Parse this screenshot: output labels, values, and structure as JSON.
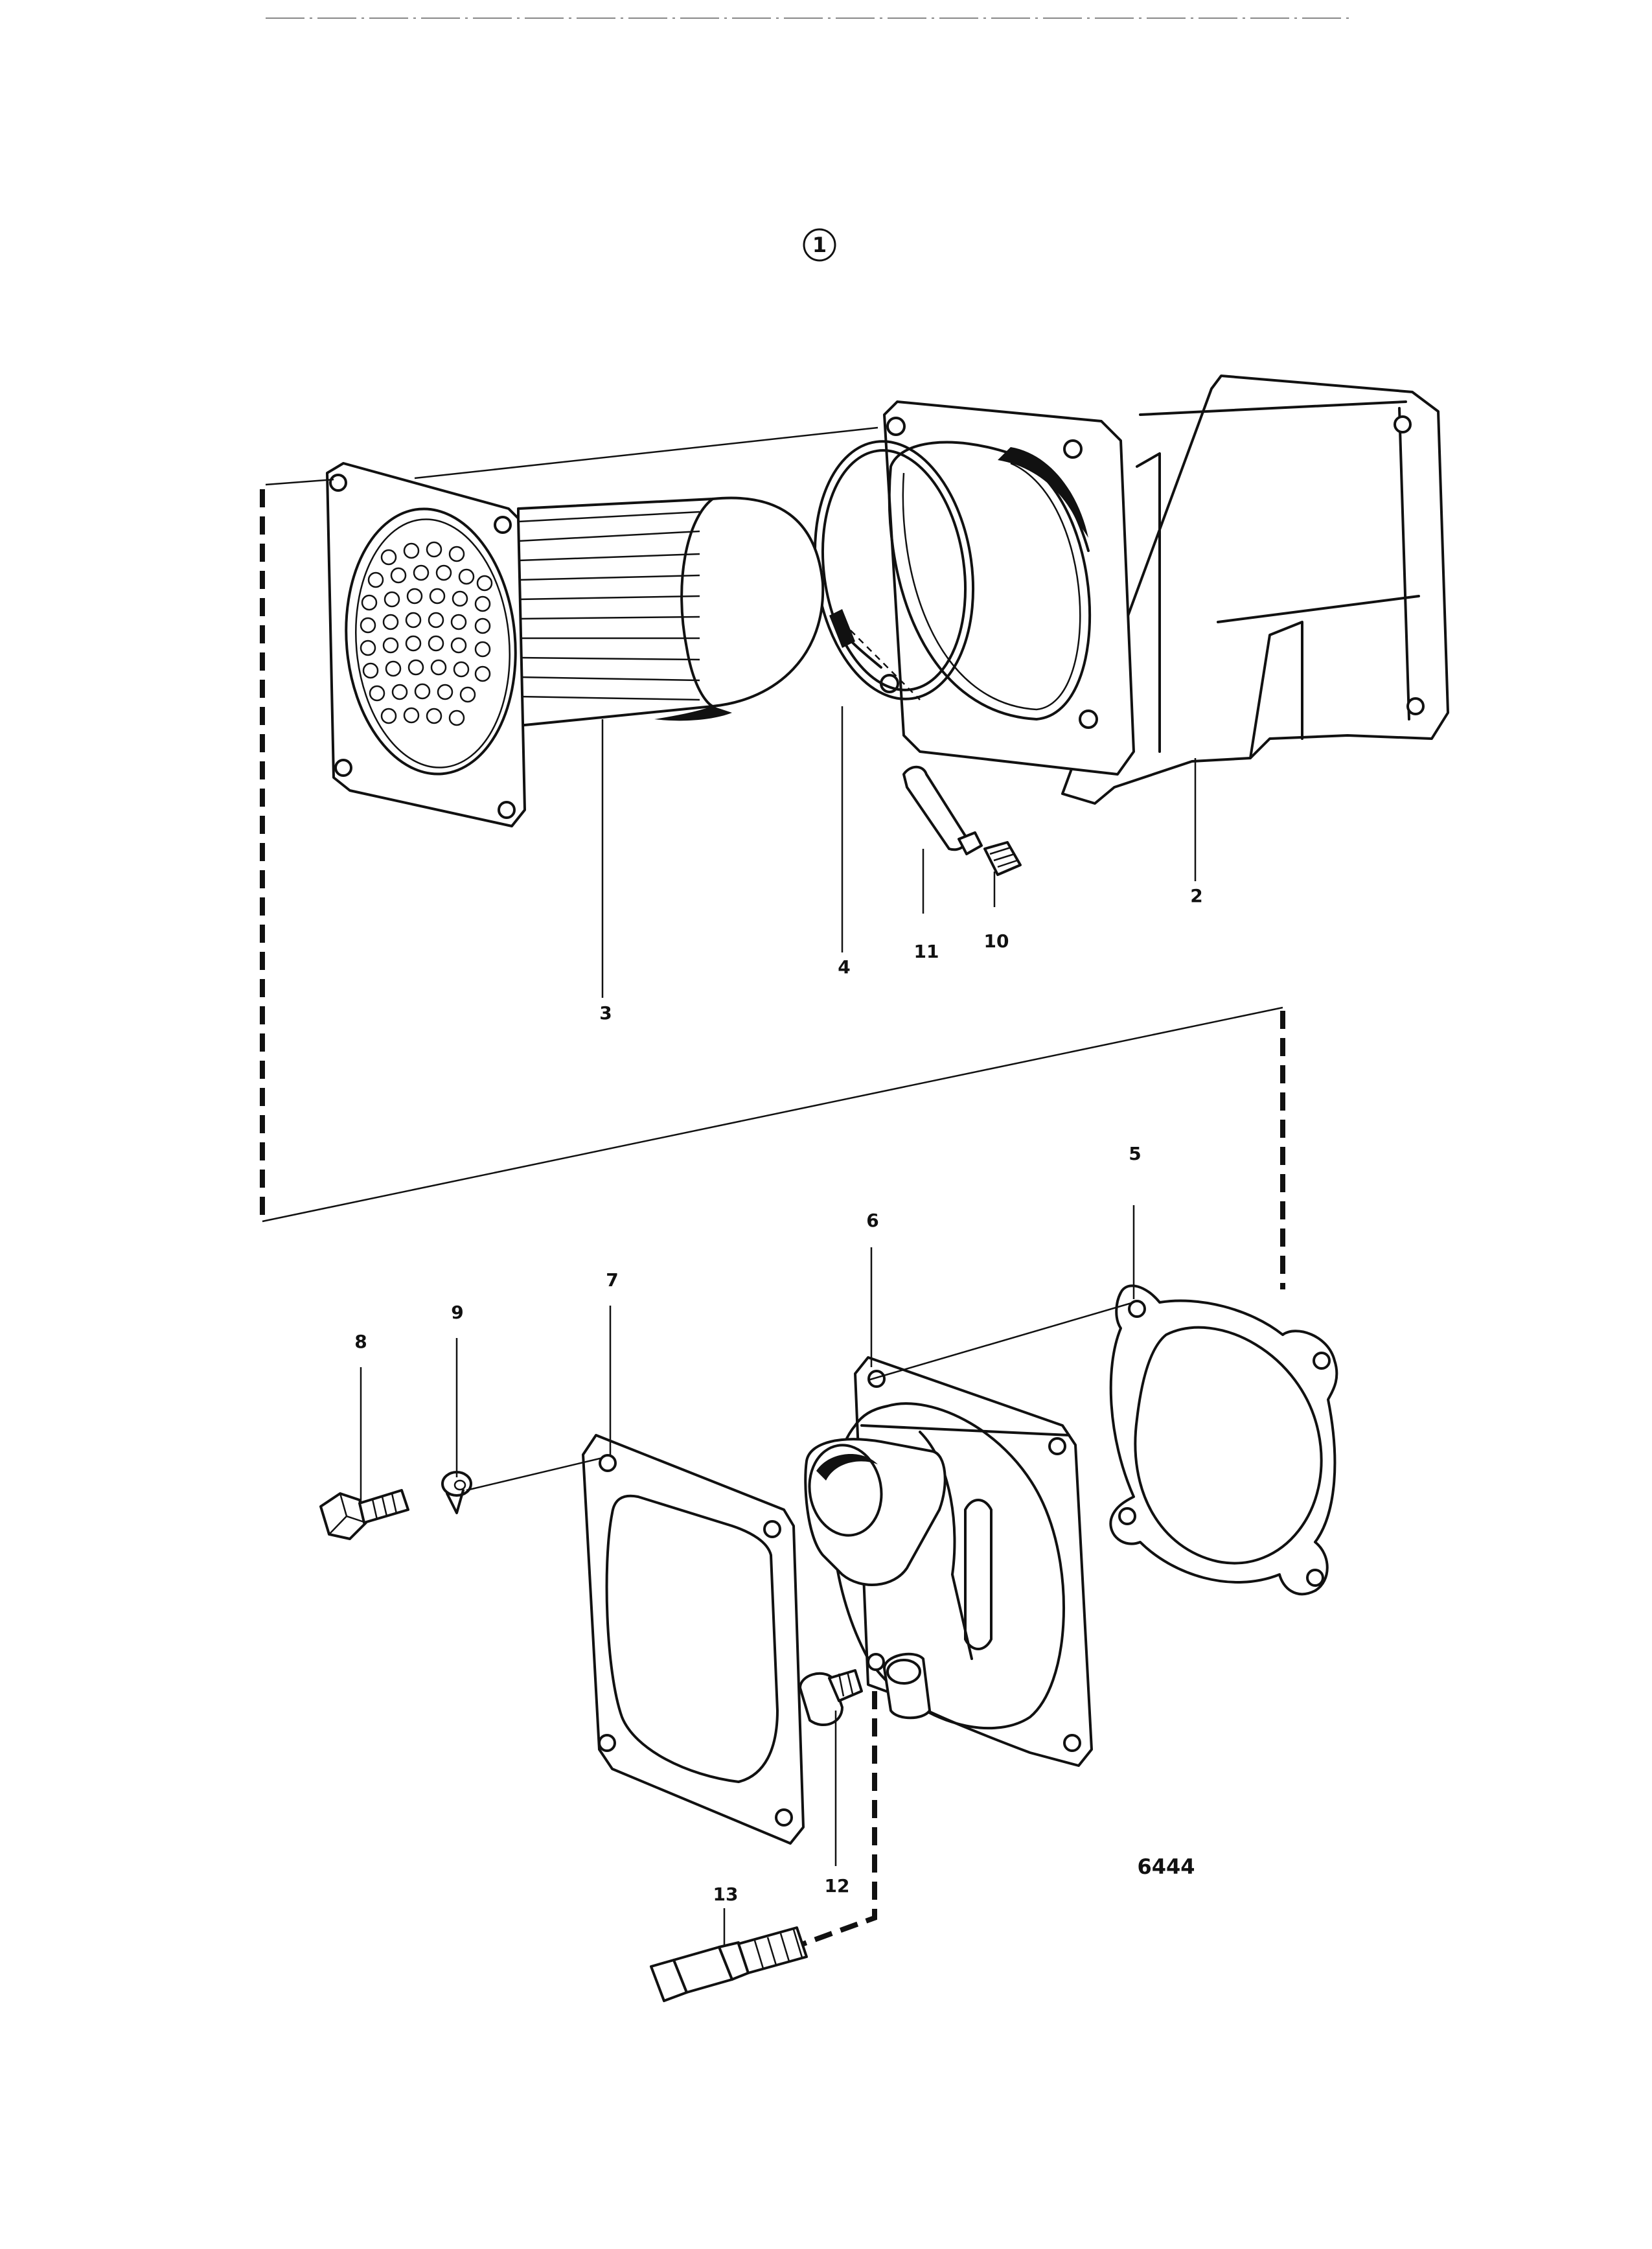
{
  "figure": {
    "view_number": "1",
    "drawing_number": "6444"
  },
  "parts": [
    {
      "ref": "2"
    },
    {
      "ref": "3"
    },
    {
      "ref": "4"
    },
    {
      "ref": "5"
    },
    {
      "ref": "6"
    },
    {
      "ref": "7"
    },
    {
      "ref": "8"
    },
    {
      "ref": "9"
    },
    {
      "ref": "10"
    },
    {
      "ref": "11"
    },
    {
      "ref": "12"
    },
    {
      "ref": "13"
    }
  ]
}
